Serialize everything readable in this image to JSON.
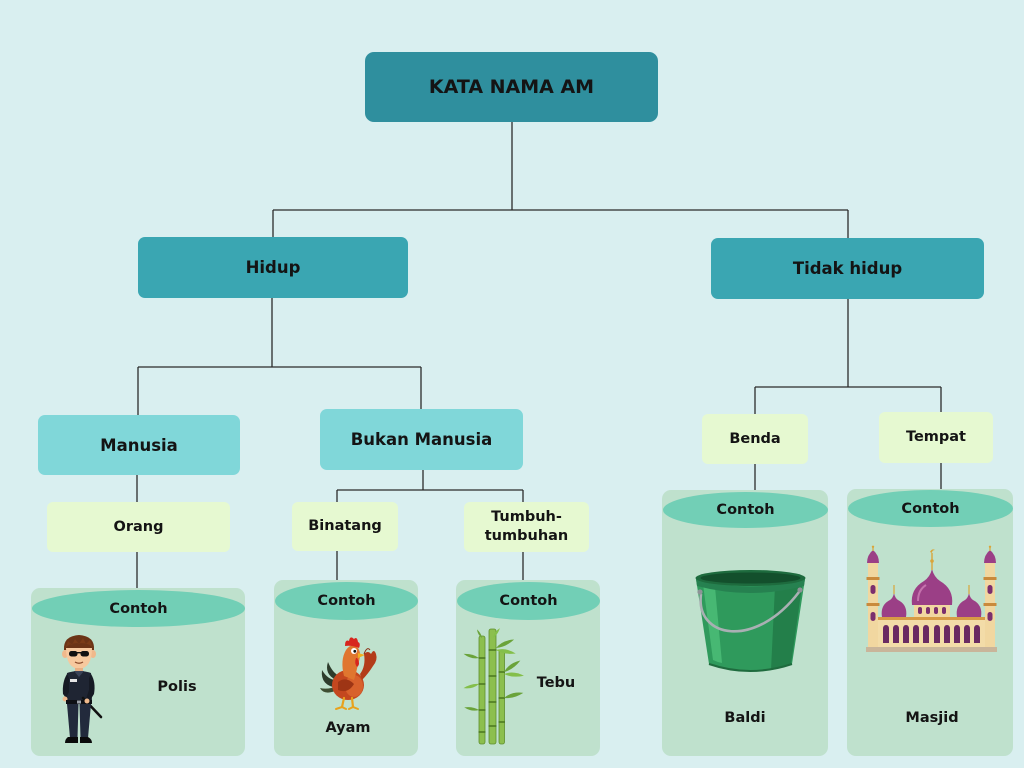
{
  "colors": {
    "background": "#d9eff0",
    "root_box": "#2f8f9e",
    "level1_box": "#3aa6b2",
    "level2_box": "#80d7d9",
    "level3_box": "#e6f9d1",
    "example_panel": "#bfe1cd",
    "example_header": "#72cfb6",
    "connector": "#2b2b2b"
  },
  "root": {
    "label": "KATA NAMA AM"
  },
  "hidup": {
    "label": "Hidup",
    "manusia": {
      "label": "Manusia",
      "orang": {
        "label": "Orang",
        "example_header": "Contoh",
        "example": "Polis",
        "icon": "police-officer-icon"
      }
    },
    "bukan_manusia": {
      "label": "Bukan Manusia",
      "binatang": {
        "label": "Binatang",
        "example_header": "Contoh",
        "example": "Ayam",
        "icon": "rooster-icon"
      },
      "tumbuh_tumbuhan": {
        "label": "Tumbuh-tumbuhan",
        "example_header": "Contoh",
        "example": "Tebu",
        "icon": "bamboo-icon"
      }
    }
  },
  "tidak_hidup": {
    "label": "Tidak hidup",
    "benda": {
      "label": "Benda",
      "example_header": "Contoh",
      "example": "Baldi",
      "icon": "bucket-icon"
    },
    "tempat": {
      "label": "Tempat",
      "example_header": "Contoh",
      "example": "Masjid",
      "icon": "mosque-icon"
    }
  }
}
